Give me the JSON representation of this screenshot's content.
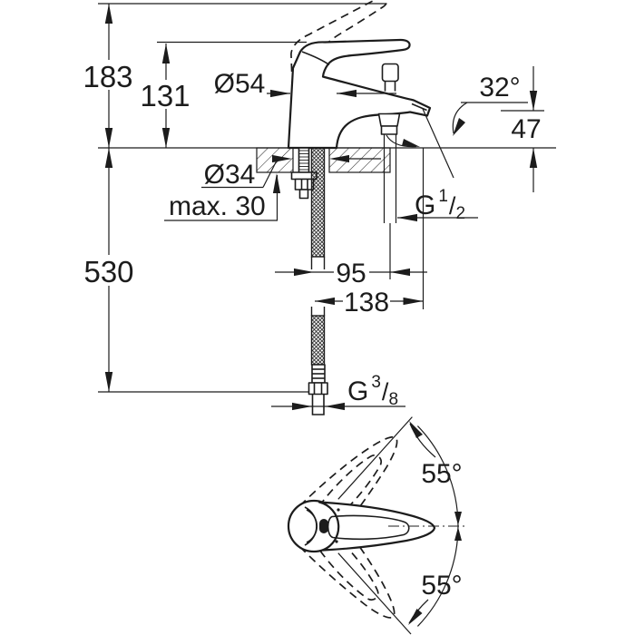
{
  "colors": {
    "line": "#1c1c1c",
    "background": "#ffffff"
  },
  "dimensions": {
    "total_height": "183",
    "handle_height": "131",
    "body_diameter": "Ø54",
    "spout_angle": "32°",
    "spout_outlet_height": "47",
    "mounting_hole_diameter": "Ø34",
    "max_deck_thickness": "max. 30",
    "supply_hose_length": "530",
    "shower_outlet_offset": "95",
    "spout_reach": "138"
  },
  "threads": {
    "shower_outlet": {
      "symbol": "G",
      "numerator": "1",
      "denominator": "2"
    },
    "supply_hose": {
      "symbol": "G",
      "numerator": "3",
      "denominator": "8"
    }
  },
  "handle_swivel": {
    "up": "55°",
    "down": "55°"
  }
}
